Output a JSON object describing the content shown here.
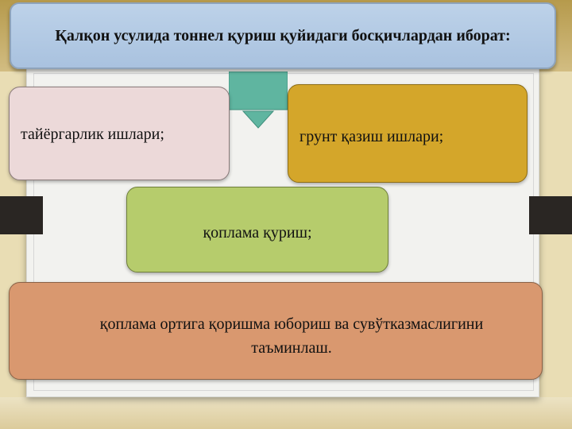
{
  "title": "Қалқон усулида тоннел қуриш қуйидаги босқичлардан иборат:",
  "steps": {
    "preparation": "тайёргарлик ишлари;",
    "excavation": "грунт қазиш ишлари;",
    "lining": "қоплама қуриш;",
    "injection_line1": "қоплама ортига қоришма юбориш ва сувўтказмаслигини",
    "injection_line2": "таъминлаш."
  },
  "colors": {
    "title_bg": "#b4cae4",
    "arrow": "#5fb5a0",
    "preparation_bg": "#ecd9d9",
    "excavation_bg": "#d4a62a",
    "lining_bg": "#b6cc6c",
    "injection_bg": "#d9986f"
  }
}
